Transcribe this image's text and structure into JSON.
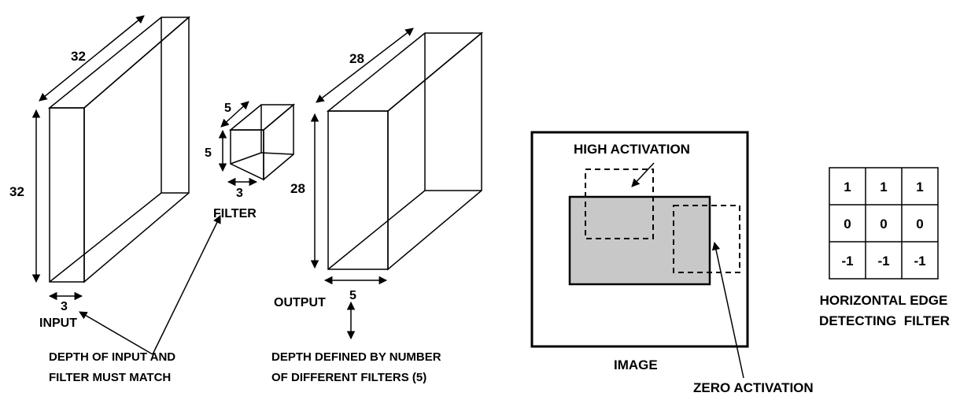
{
  "input": {
    "width": "32",
    "height": "32",
    "depth": "3",
    "label": "INPUT"
  },
  "filter": {
    "width": "5",
    "height": "5",
    "depth": "3",
    "label": "FILTER"
  },
  "output": {
    "width": "28",
    "height": "28",
    "depth": "5",
    "label": "OUTPUT"
  },
  "notes": {
    "depth_match": [
      "DEPTH OF INPUT AND",
      "FILTER MUST MATCH"
    ],
    "depth_defined": [
      "DEPTH DEFINED BY NUMBER",
      "OF DIFFERENT FILTERS (5)"
    ]
  },
  "image_panel": {
    "label": "IMAGE",
    "high_activation": "HIGH ACTIVATION",
    "zero_activation": "ZERO ACTIVATION",
    "fill_color": "#c8c8c8"
  },
  "edge_filter": {
    "rows": [
      [
        "1",
        "1",
        "1"
      ],
      [
        "0",
        "0",
        "0"
      ],
      [
        "-1",
        "-1",
        "-1"
      ]
    ],
    "caption": [
      "HORIZONTAL EDGE",
      "DETECTING  FILTER"
    ]
  }
}
